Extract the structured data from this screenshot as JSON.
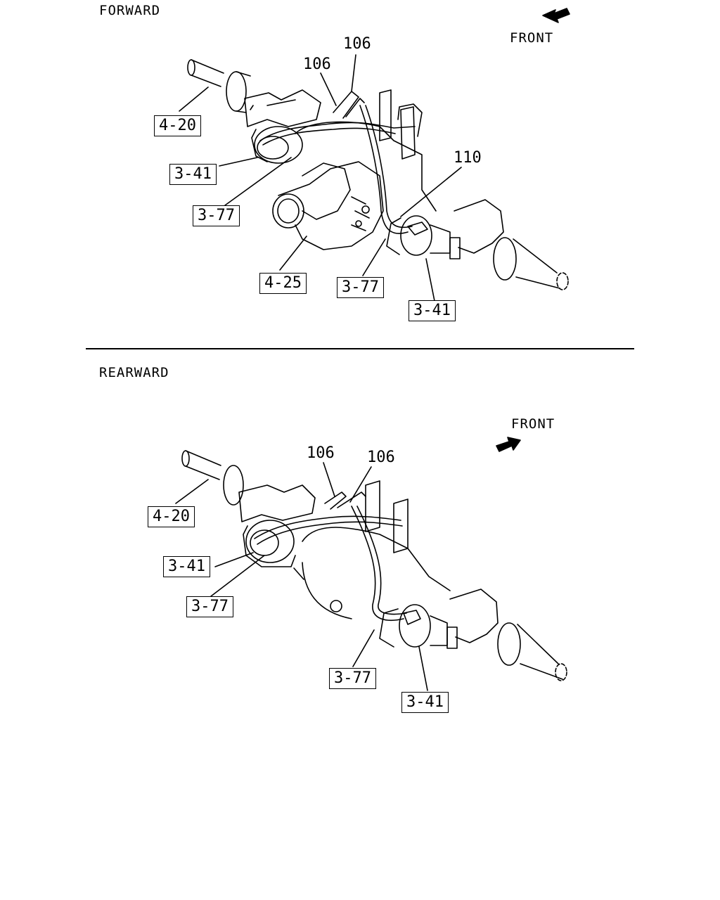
{
  "forward": {
    "title": "FORWARD",
    "front_label": "FRONT",
    "callouts": {
      "tube_a": "106",
      "tube_b": "106",
      "hose": "110"
    },
    "refs": {
      "axle_housing": "4-20",
      "chamber_left": "3-41",
      "hose_left": "3-77",
      "differential": "4-25",
      "hose_right": "3-77",
      "chamber_right": "3-41"
    }
  },
  "rearward": {
    "title": "REARWARD",
    "front_label": "FRONT",
    "callouts": {
      "tube_a": "106",
      "tube_b": "106"
    },
    "refs": {
      "axle_housing": "4-20",
      "chamber_left": "3-41",
      "hose_left": "3-77",
      "hose_right": "3-77",
      "chamber_right": "3-41"
    }
  }
}
